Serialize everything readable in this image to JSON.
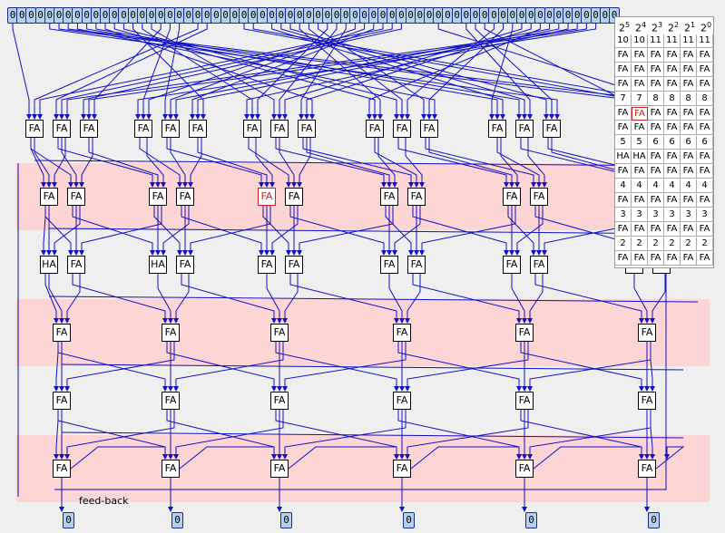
{
  "input_bits": {
    "count": 66,
    "value": "0"
  },
  "output_bits": [
    "0",
    "0",
    "0",
    "0",
    "0",
    "0"
  ],
  "feedback_label": "feed-back",
  "adder_rows": [
    [
      "FA",
      "FA",
      "FA",
      "FA",
      "FA",
      "FA",
      "FA",
      "FA",
      "FA",
      "FA",
      "FA",
      "FA",
      "FA",
      "FA",
      "FA",
      "FA",
      "FA",
      "FA",
      "FA",
      "FA"
    ],
    [
      "FA",
      "FA",
      "FA",
      "FA",
      "FA",
      "FA",
      "FA",
      "FA",
      "FA",
      "FA",
      "FA",
      "FA"
    ],
    [
      "HA",
      "FA",
      "HA",
      "FA",
      "FA",
      "FA",
      "FA",
      "FA",
      "FA",
      "FA",
      "FA",
      "FA"
    ],
    [
      "FA",
      "FA",
      "FA",
      "FA",
      "FA",
      "FA"
    ],
    [
      "FA",
      "FA",
      "FA",
      "FA",
      "FA",
      "FA"
    ],
    [
      "FA",
      "FA",
      "FA",
      "FA",
      "FA",
      "FA"
    ]
  ],
  "highlighted_adder": {
    "row": 1,
    "index": 4
  },
  "weight_panel": {
    "headers": [
      {
        "base": "2",
        "exp": "5"
      },
      {
        "base": "2",
        "exp": "4"
      },
      {
        "base": "2",
        "exp": "3"
      },
      {
        "base": "2",
        "exp": "2"
      },
      {
        "base": "2",
        "exp": "1"
      },
      {
        "base": "2",
        "exp": "0"
      }
    ],
    "rows": [
      [
        "10",
        "10",
        "11",
        "11",
        "11",
        "11"
      ],
      [
        "FA",
        "FA",
        "FA",
        "FA",
        "FA",
        "FA"
      ],
      [
        "FA",
        "FA",
        "FA",
        "FA",
        "FA",
        "FA"
      ],
      [
        "FA",
        "FA",
        "FA",
        "FA",
        "FA",
        "FA"
      ],
      [
        "7",
        "7",
        "8",
        "8",
        "8",
        "8"
      ],
      [
        "FA",
        "FA",
        "FA",
        "FA",
        "FA",
        "FA"
      ],
      [
        "FA",
        "FA",
        "FA",
        "FA",
        "FA",
        "FA"
      ],
      [
        "5",
        "5",
        "6",
        "6",
        "6",
        "6"
      ],
      [
        "HA",
        "HA",
        "FA",
        "FA",
        "FA",
        "FA"
      ],
      [
        "FA",
        "FA",
        "FA",
        "FA",
        "FA",
        "FA"
      ],
      [
        "4",
        "4",
        "4",
        "4",
        "4",
        "4"
      ],
      [
        "FA",
        "FA",
        "FA",
        "FA",
        "FA",
        "FA"
      ],
      [
        "3",
        "3",
        "3",
        "3",
        "3",
        "3"
      ],
      [
        "FA",
        "FA",
        "FA",
        "FA",
        "FA",
        "FA"
      ],
      [
        "2",
        "2",
        "2",
        "2",
        "2",
        "2"
      ],
      [
        "FA",
        "FA",
        "FA",
        "FA",
        "FA",
        "FA"
      ]
    ],
    "highlighted_cell": {
      "row": 5,
      "col": 1
    }
  },
  "colors": {
    "wire": "#1010c8",
    "band": "#fdd5d5",
    "bit_fill": "#b4d2ee",
    "highlight": "#d02020"
  }
}
